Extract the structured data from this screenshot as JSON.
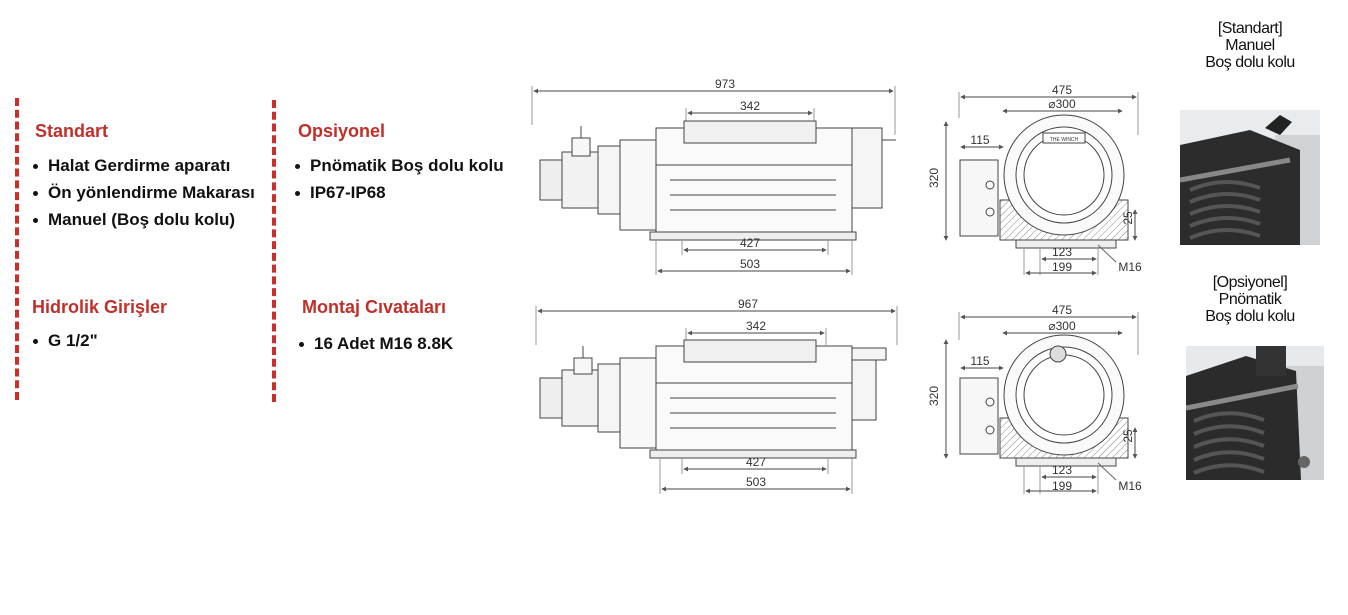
{
  "standart": {
    "title": "Standart",
    "items": [
      "Halat Gerdirme aparatı",
      "Ön yönlendirme Makarası",
      "Manuel (Boş dolu kolu)"
    ]
  },
  "opsiyonel": {
    "title": "Opsiyonel",
    "items": [
      "Pnömatik Boş dolu kolu",
      "IP67-IP68"
    ]
  },
  "hidrolik": {
    "title": "Hidrolik Girişler",
    "items": [
      "G 1/2\""
    ]
  },
  "montaj": {
    "title": "Montaj Cıvataları",
    "items": [
      "16 Adet M16 8.8K"
    ]
  },
  "drawing_top": {
    "side": {
      "overall": "973",
      "drum": "342",
      "base_inner": "427",
      "base_outer": "503"
    },
    "end": {
      "width": "475",
      "drum_dia": "⌀300",
      "offset": "115",
      "height": "320",
      "foot": "25",
      "hole_span": "123",
      "base": "199",
      "bolt": "M16",
      "logo": "THE WINCH"
    }
  },
  "drawing_bottom": {
    "side": {
      "overall": "967",
      "drum": "342",
      "base_inner": "427",
      "base_outer": "503"
    },
    "end": {
      "width": "475",
      "drum_dia": "⌀300",
      "offset": "115",
      "height": "320",
      "foot": "25",
      "hole_span": "123",
      "base": "199",
      "bolt": "M16"
    }
  },
  "captions": {
    "standart_lines": [
      "[Standart]",
      "Manuel",
      "Boş dolu kolu"
    ],
    "opsiyonel_lines": [
      "[Opsiyonel]",
      "Pnömatik",
      "Boş dolu kolu"
    ]
  }
}
